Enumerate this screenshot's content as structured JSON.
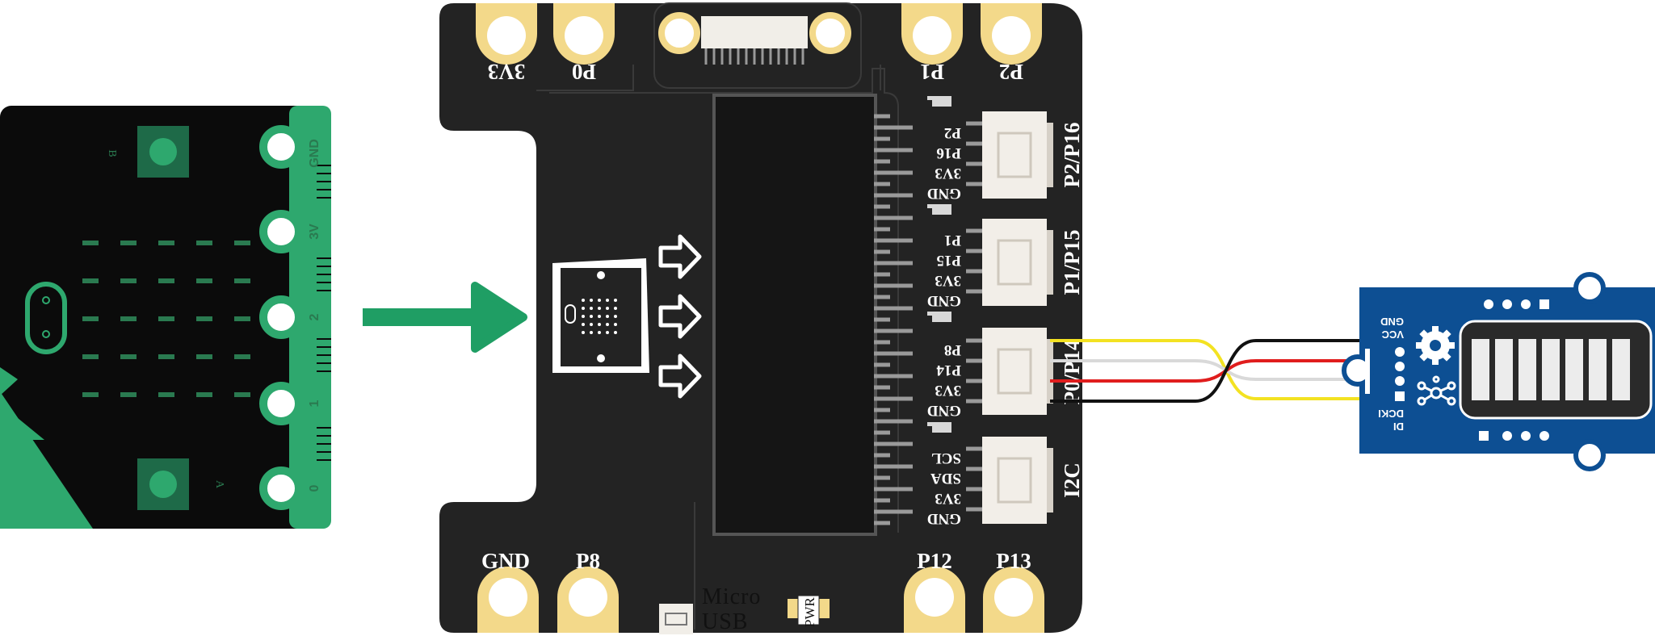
{
  "microbit": {
    "buttons": {
      "a": "A",
      "b": "B"
    },
    "edge_pins": [
      "GND",
      "3V",
      "2",
      "1",
      "0"
    ]
  },
  "board": {
    "top_pins": [
      "3V3",
      "P0",
      "P1",
      "P2"
    ],
    "bottom_pins": [
      "GND",
      "P8",
      "P12",
      "P13"
    ],
    "usb_label_line1": "Micro",
    "usb_label_line2": "USB",
    "pwr_label": "PWR",
    "ports": [
      {
        "name": "P2/P16",
        "pins": [
          "P2",
          "P16",
          "3V3",
          "GND"
        ]
      },
      {
        "name": "P1/P15",
        "pins": [
          "P1",
          "P15",
          "3V3",
          "GND"
        ]
      },
      {
        "name": "P0/P14",
        "pins": [
          "P8",
          "P14",
          "3V3",
          "GND"
        ]
      },
      {
        "name": "I2C",
        "pins": [
          "SCL",
          "SDA",
          "3V3",
          "GND"
        ]
      }
    ]
  },
  "grove_module": {
    "pins_top": [
      "GND",
      "VCC"
    ],
    "pins_bottom": [
      "DI",
      "DCKI"
    ],
    "led_segments": 7
  },
  "colors": {
    "microbit_body": "#0b0b0b",
    "microbit_green": "#2ea86e",
    "arrow_green": "#1f9e64",
    "board_body": "#232323",
    "pad_gold": "#f3d98a",
    "grove_blue": "#0d4f93",
    "wire_yellow": "#f3e222",
    "wire_white": "#d9d9d9",
    "wire_red": "#e01d1d",
    "wire_black": "#111111"
  }
}
